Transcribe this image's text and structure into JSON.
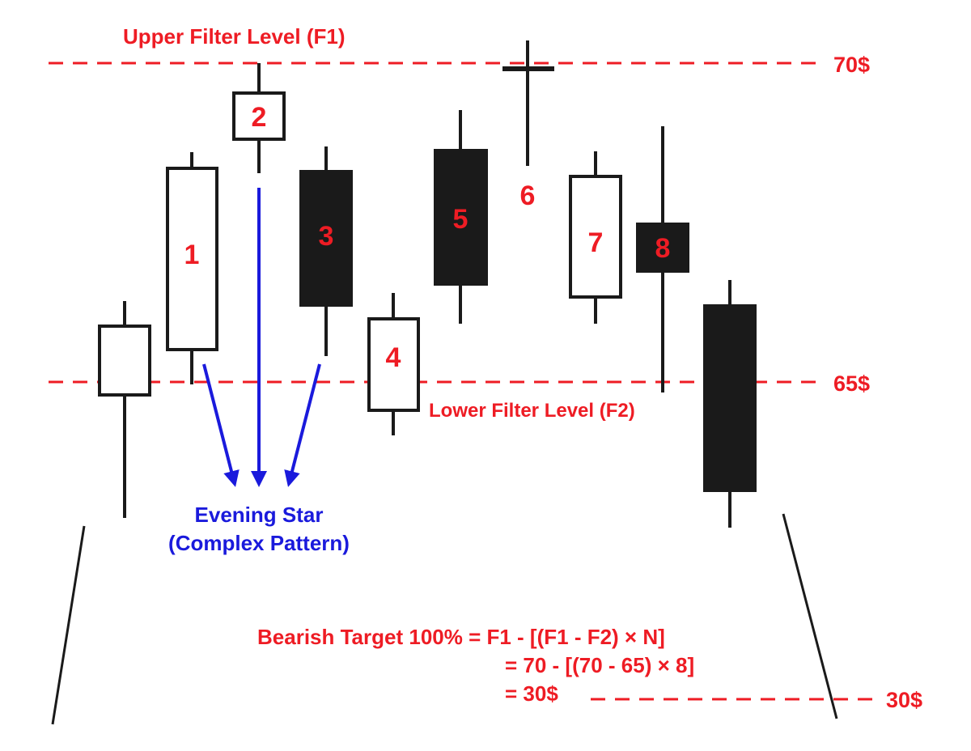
{
  "levels": {
    "upper_filter_label": "Upper Filter Level (F1)",
    "lower_filter_label": "Lower Filter Level (F2)",
    "upper_price": "70$",
    "lower_price": "65$",
    "target_price": "30$"
  },
  "candles": [
    {
      "label": "",
      "color": "white"
    },
    {
      "label": "1",
      "color": "white"
    },
    {
      "label": "2",
      "color": "white"
    },
    {
      "label": "3",
      "color": "black"
    },
    {
      "label": "4",
      "color": "white"
    },
    {
      "label": "5",
      "color": "black"
    },
    {
      "label": "6",
      "color": "doji"
    },
    {
      "label": "7",
      "color": "white"
    },
    {
      "label": "8",
      "color": "black"
    },
    {
      "label": "",
      "color": "black"
    }
  ],
  "pattern": {
    "line1": "Evening Star",
    "line2": "(Complex Pattern)"
  },
  "formula": {
    "line1": "Bearish Target 100% = F1 - [(F1 - F2) × N]",
    "line2": "= 70 - [(70 - 65) × 8]",
    "line3": "= 30$"
  },
  "colors": {
    "red": "#ee1c24",
    "blue": "#1a1adc",
    "black": "#1a1a1a"
  }
}
